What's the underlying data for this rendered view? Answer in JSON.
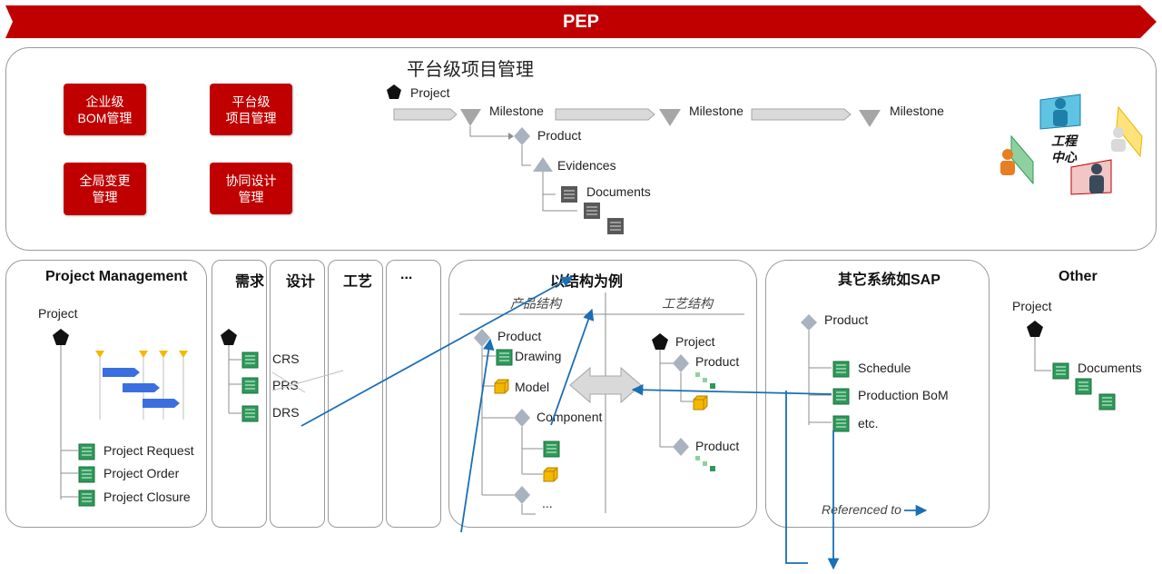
{
  "banner": {
    "title": "PEP",
    "color": "#c00000"
  },
  "top_panel": {
    "title": "平台级项目管理",
    "red_boxes": [
      {
        "line1": "企业级",
        "line2": "BOM管理"
      },
      {
        "line1": "平台级",
        "line2": "项目管理"
      },
      {
        "line1": "全局变更",
        "line2": "管理"
      },
      {
        "line1": "协同设计",
        "line2": "管理"
      }
    ],
    "flow": {
      "project": "Project",
      "milestones": [
        "Milestone",
        "Milestone",
        "Milestone"
      ],
      "product": "Product",
      "evidences": "Evidences",
      "documents": "Documents"
    },
    "engineering_center": {
      "line1": "工程",
      "line2": "中心"
    }
  },
  "project_management": {
    "title": "Project Management",
    "project": "Project",
    "items": [
      "Project Request",
      "Project Order",
      "Project Closure"
    ]
  },
  "columns": {
    "labels": [
      "需求",
      "设计",
      "工艺",
      "..."
    ],
    "items": [
      "CRS",
      "PRS",
      "DRS"
    ]
  },
  "structure_panel": {
    "title": "以结构为例",
    "left_header": "产品结构",
    "right_header": "工艺结构",
    "left": {
      "product": "Product",
      "drawing": "Drawing",
      "model": "Model",
      "component": "Component",
      "ellipsis": "..."
    },
    "right": {
      "project": "Project",
      "product1": "Product",
      "product2": "Product"
    }
  },
  "other_systems": {
    "title": "其它系统如SAP",
    "product": "Product",
    "items": [
      "Schedule",
      "Production BoM",
      "etc."
    ],
    "referenced": "Referenced to"
  },
  "other": {
    "title": "Other",
    "project": "Project",
    "documents": "Documents"
  },
  "colors": {
    "accent_blue": "#1a6fb5",
    "doc_green": "#2e9a5a",
    "diamond_gray": "#a9b2bf",
    "model_yellow": "#f5b800"
  }
}
